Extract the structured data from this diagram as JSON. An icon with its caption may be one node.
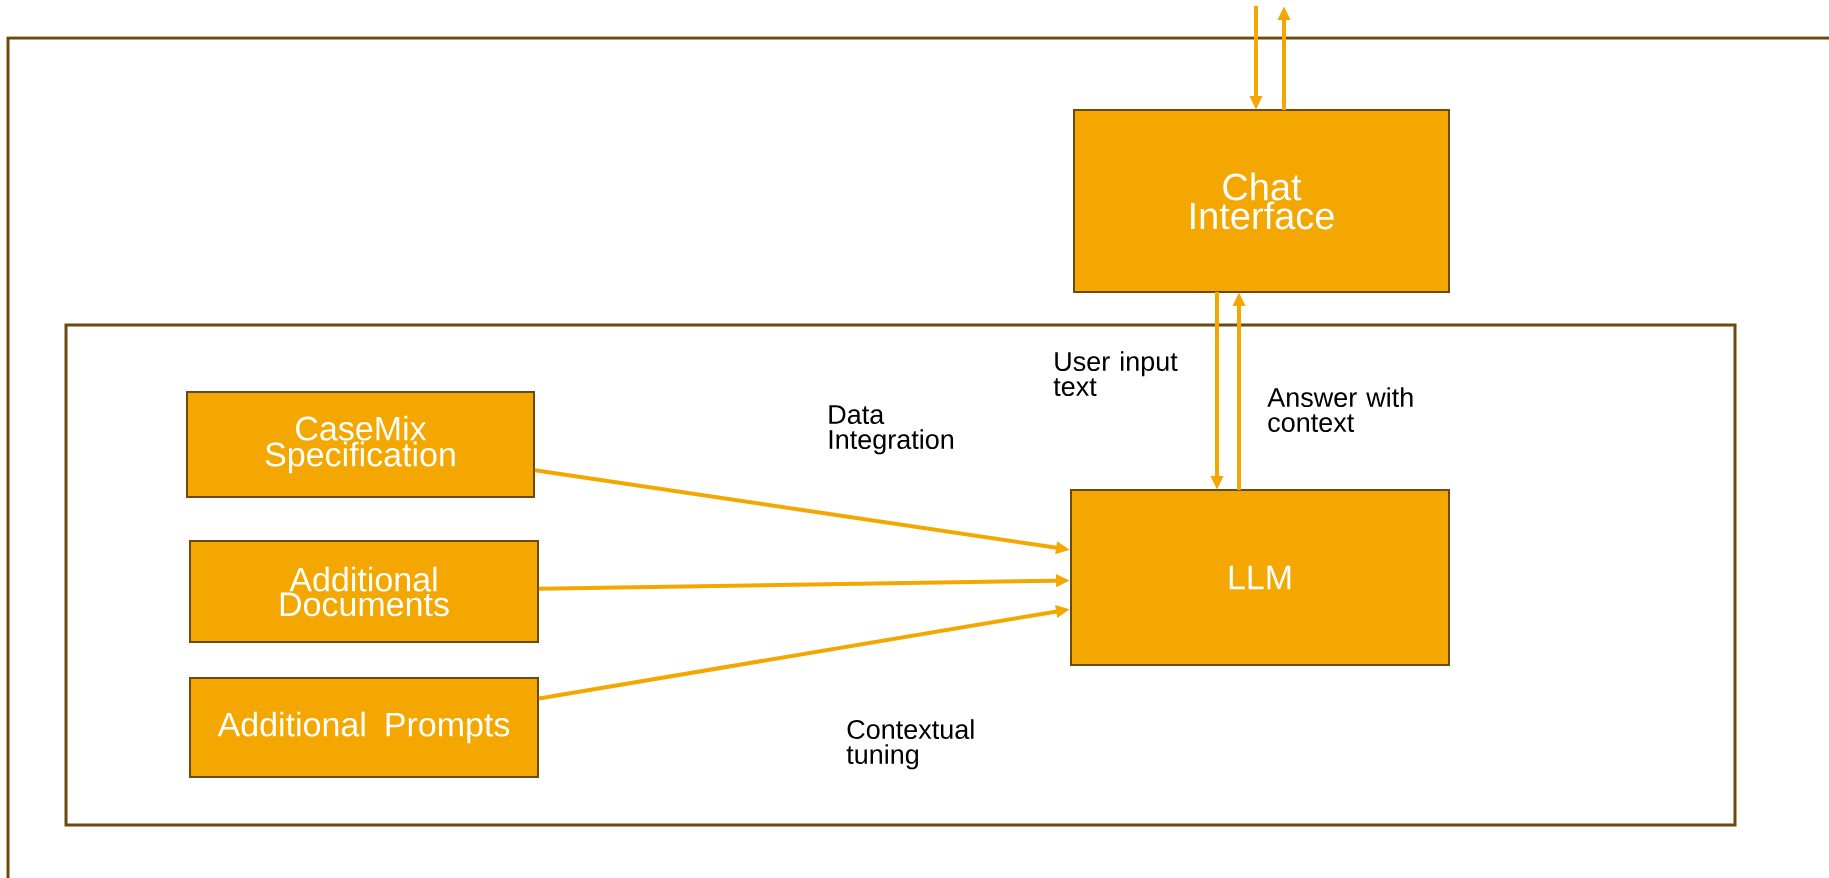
{
  "diagram": {
    "nodes": [
      {
        "text": [],
        "shape": "box"
      },
      {
        "text": [
          "Chat Interface"
        ],
        "in": 0
      },
      {
        "text": [],
        "shape": "box",
        "in": 0
      },
      {
        "text": [
          "CaseMix Specification"
        ],
        "in": 2
      },
      {
        "text": [
          "Additional Documents"
        ],
        "in": 2
      },
      {
        "text": [
          "Additional Prompts"
        ],
        "in": 2
      },
      {
        "text": [
          "LLM"
        ],
        "in": 2
      }
    ],
    "edges": [
      {
        "from": null,
        "to": 1,
        "arrow": "to"
      },
      {
        "from": 1,
        "to": null,
        "arrow": "to"
      },
      {
        "from": 1,
        "to": 6,
        "arrow": "to",
        "label": "User input text"
      },
      {
        "from": 6,
        "to": 1,
        "arrow": "to",
        "label": "Answer with context"
      },
      {
        "from": 3,
        "to": 6,
        "arrow": "to",
        "label": "Data Integration"
      },
      {
        "from": 4,
        "to": 6,
        "arrow": "to"
      },
      {
        "from": 5,
        "to": 6,
        "arrow": "to",
        "label": "Contextual tuning"
      }
    ]
  }
}
